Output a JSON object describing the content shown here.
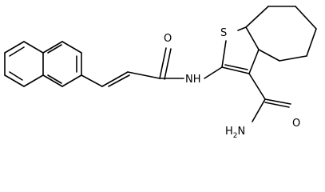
{
  "molecule": {
    "atoms": {
      "S": "S",
      "O": "O",
      "NH": "NH",
      "H2N": "H",
      "H2N_sub": "2",
      "H2N_N": "N"
    }
  }
}
